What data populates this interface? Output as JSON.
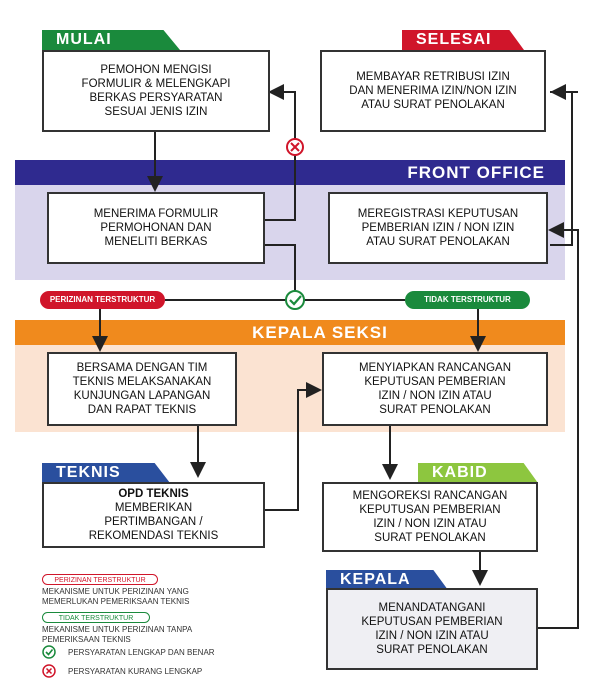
{
  "stages": {
    "mulai": "MULAI",
    "selesai": "SELESAI",
    "front_office": "FRONT OFFICE",
    "kepala_seksi": "KEPALA SEKSI",
    "teknis": "TEKNIS",
    "kabid": "KABID",
    "kepala": "KEPALA"
  },
  "boxes": {
    "pemohon": "PEMOHON MENGISI\nFORMULIR & MELENGKAPI\nBERKAS PERSYARATAN\nSESUAI JENIS IZIN",
    "membayar": "MEMBAYAR RETRIBUSI IZIN\nDAN MENERIMA IZIN/NON IZIN\nATAU SURAT PENOLAKAN",
    "menerima": "MENERIMA FORMULIR\nPERMOHONAN DAN\nMENELITI BERKAS",
    "meregistrasi": "MEREGISTRASI KEPUTUSAN\nPEMBERIAN IZIN / NON IZIN\nATAU SURAT PENOLAKAN",
    "bersama": "BERSAMA DENGAN TIM\nTEKNIS MELAKSANAKAN\nKUNJUNGAN LAPANGAN\nDAN RAPAT TEKNIS",
    "menyiapkan": "MENYIAPKAN RANCANGAN\nKEPUTUSAN PEMBERIAN\nIZIN / NON IZIN ATAU\nSURAT PENOLAKAN",
    "opd_title": "OPD TEKNIS",
    "opd_body": "MEMBERIKAN\nPERTIMBANGAN /\nREKOMENDASI TEKNIS",
    "mengoreksi": "MENGOREKSI RANCANGAN\nKEPUTUSAN PEMBERIAN\nIZIN / NON IZIN ATAU\nSURAT PENOLAKAN",
    "menandatangani": "MENANDATANGANI\nKEPUTUSAN PEMBERIAN\nIZIN / NON IZIN ATAU\nSURAT PENOLAKAN"
  },
  "pills": {
    "terstruktur": "PERIZINAN TERSTRUKTUR",
    "tidak": "TIDAK TERSTRUKTUR"
  },
  "legend": {
    "terstruktur_pill": "PERIZINAN TERSTRUKTUR",
    "terstruktur_desc": "MEKANISME UNTUK PERIZINAN YANG\nMEMERLUKAN PEMERIKSAAN TEKNIS",
    "tidak_pill": "TIDAK TERSTRUKTUR",
    "tidak_desc": "MEKANISME UNTUK PERIZINAN TANPA\nPEMERIKSAAN TEKNIS",
    "check_desc": "PERSYARATAN LENGKAP DAN BENAR",
    "cross_desc": "PERSYARATAN KURANG LENGKAP"
  },
  "colors": {
    "green": "#1a8a3c",
    "red": "#d0152a",
    "navy": "#2f2a8f",
    "orange": "#f08a1d",
    "blue": "#2a4f9e",
    "lime": "#8dc63f"
  }
}
